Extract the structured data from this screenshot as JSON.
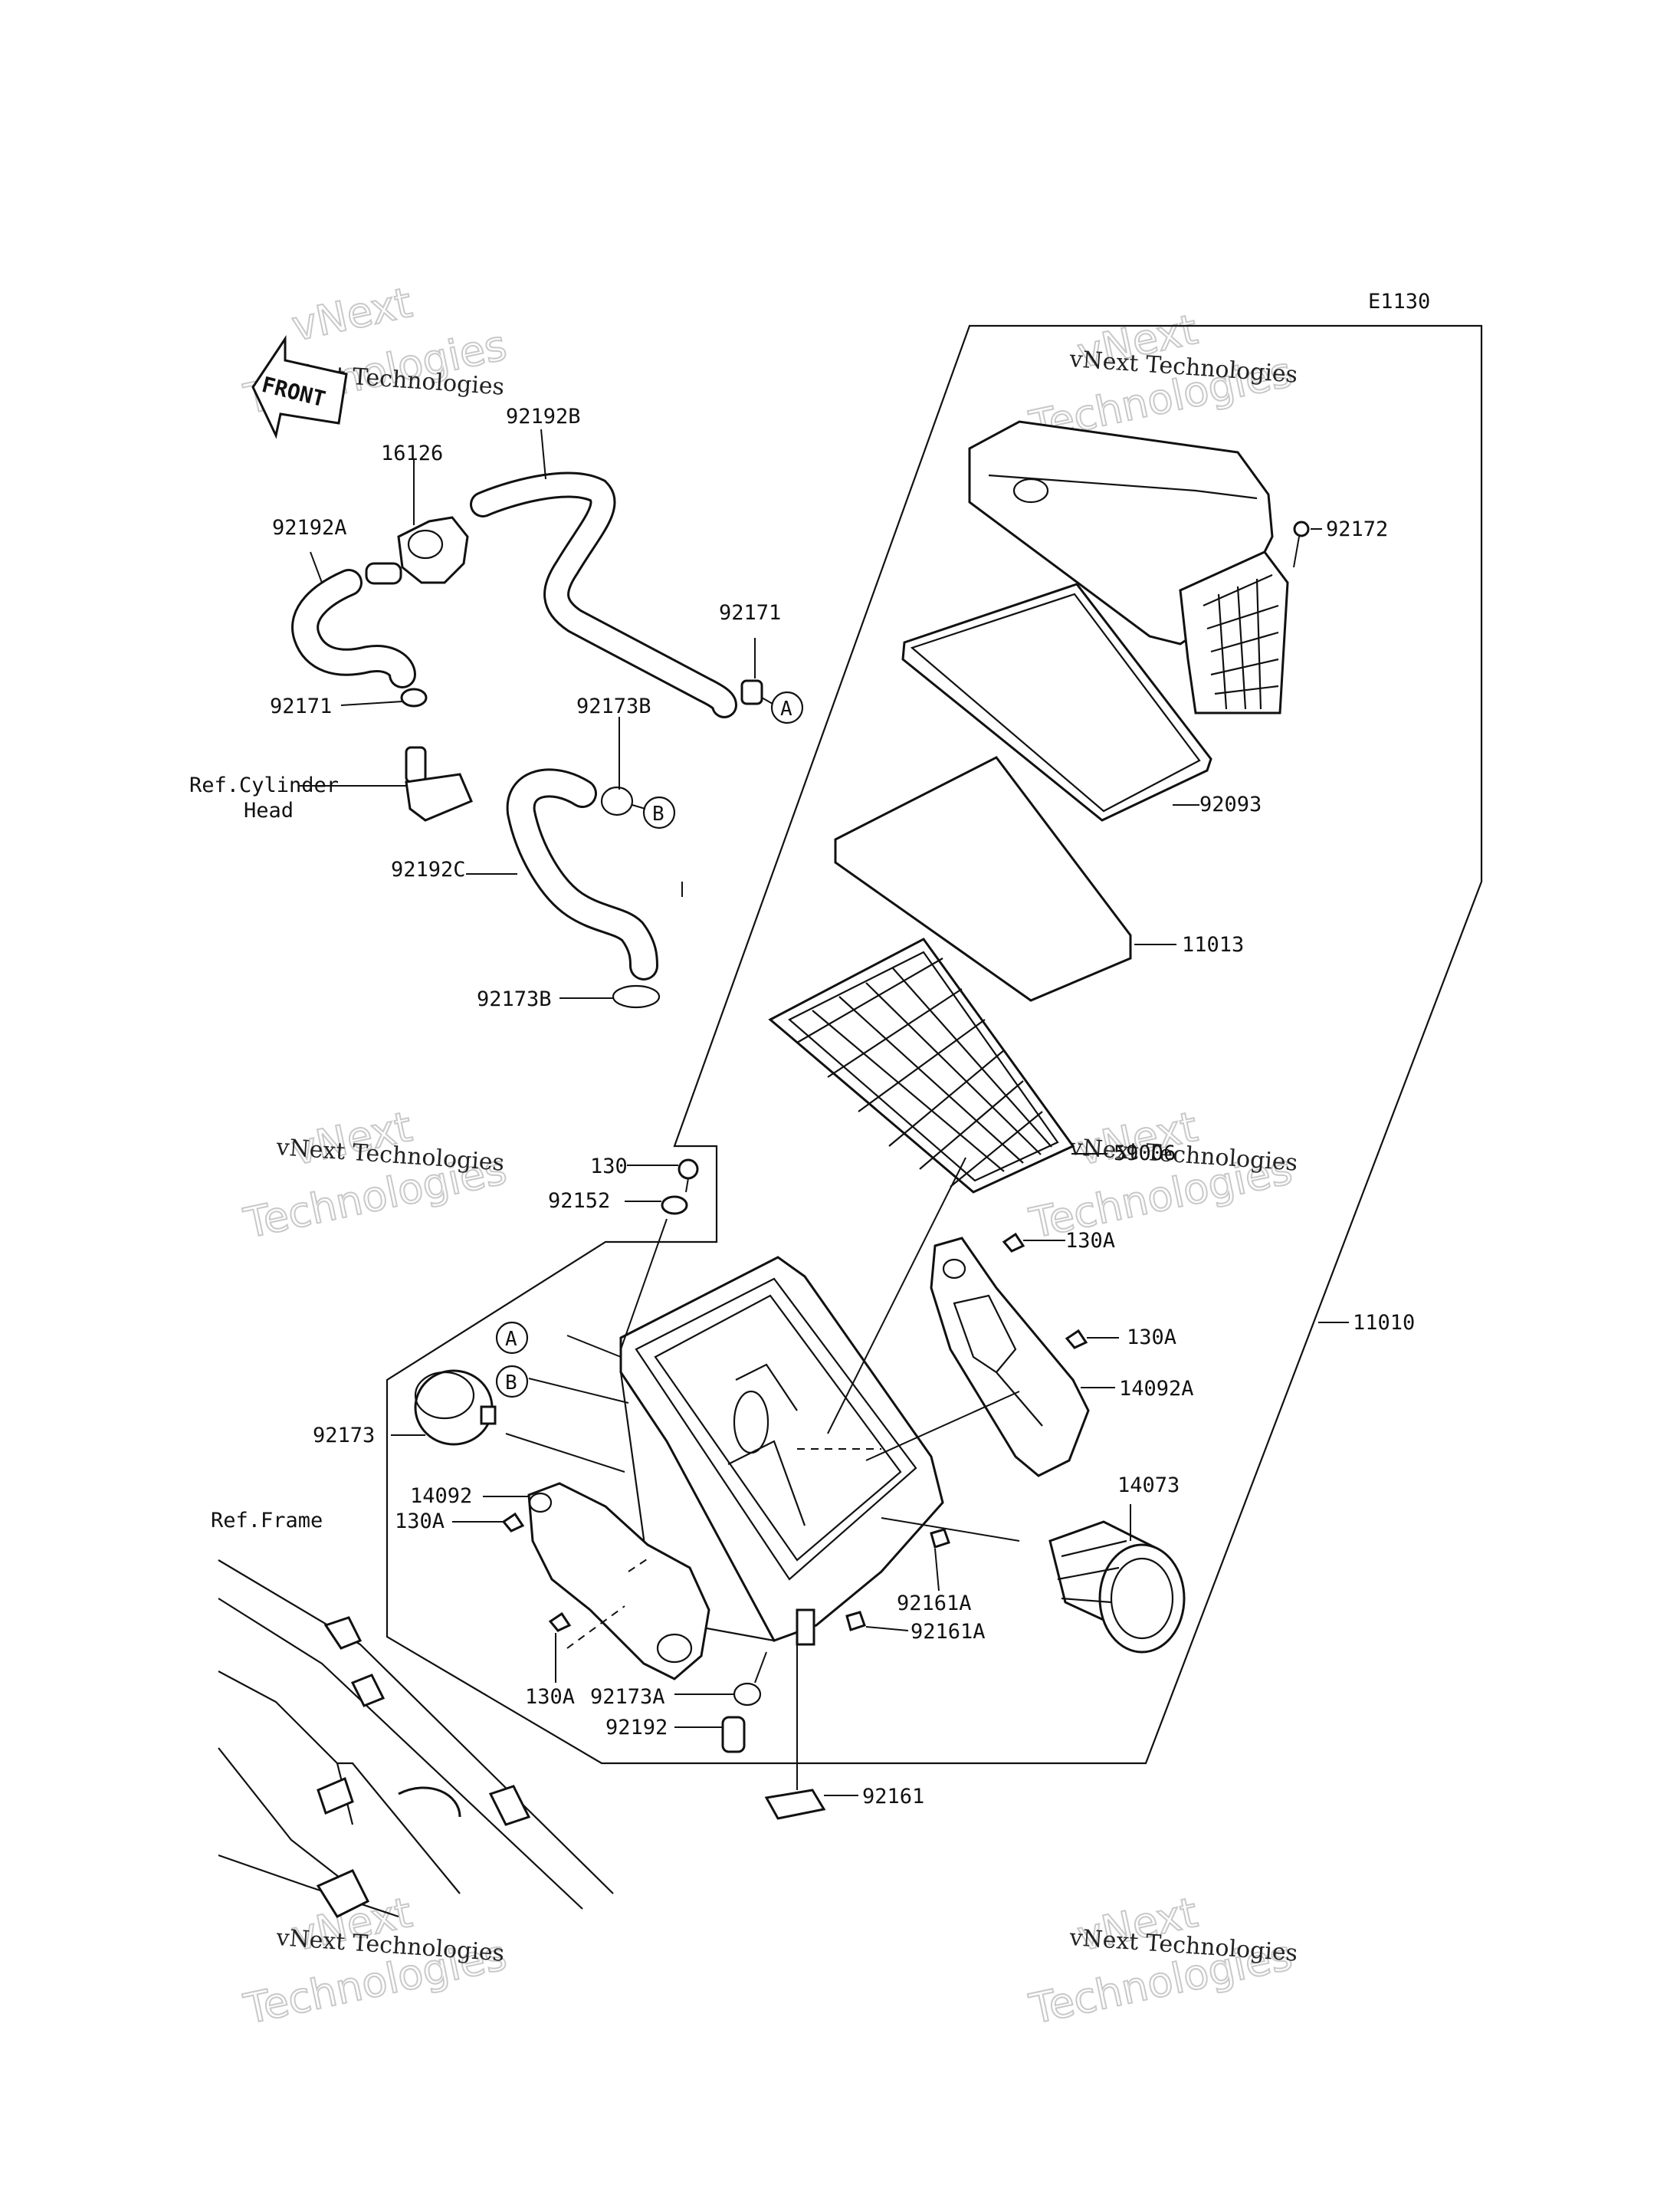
{
  "diagram_code": "E1130",
  "front_arrow": "FRONT",
  "refs": {
    "cylinder_head_line1": "Ref.Cylinder",
    "cylinder_head_line2": "Head",
    "frame": "Ref.Frame"
  },
  "callout_letters": [
    "A",
    "B",
    "A",
    "B"
  ],
  "watermark": {
    "line1": "vNext Technologies",
    "outline_top": "vNext",
    "outline_bottom": "Technologies"
  },
  "labels": [
    {
      "id": "p92192B",
      "text": "92192B"
    },
    {
      "id": "p16126",
      "text": "16126"
    },
    {
      "id": "p92192A",
      "text": "92192A"
    },
    {
      "id": "p92171a",
      "text": "92171"
    },
    {
      "id": "p92171b",
      "text": "92171"
    },
    {
      "id": "p92173Ba",
      "text": "92173B"
    },
    {
      "id": "p92192C",
      "text": "92192C"
    },
    {
      "id": "p92173Bb",
      "text": "92173B"
    },
    {
      "id": "p92172",
      "text": "92172"
    },
    {
      "id": "p92093",
      "text": "92093"
    },
    {
      "id": "p11013",
      "text": "11013"
    },
    {
      "id": "p59006",
      "text": "59006"
    },
    {
      "id": "p130",
      "text": "130"
    },
    {
      "id": "p92152",
      "text": "92152"
    },
    {
      "id": "p130Aa",
      "text": "130A"
    },
    {
      "id": "p130Ab",
      "text": "130A"
    },
    {
      "id": "p14092A",
      "text": "14092A"
    },
    {
      "id": "p11010",
      "text": "11010"
    },
    {
      "id": "p92173",
      "text": "92173"
    },
    {
      "id": "p14092",
      "text": "14092"
    },
    {
      "id": "p130Ac",
      "text": "130A"
    },
    {
      "id": "p14073",
      "text": "14073"
    },
    {
      "id": "p92161Aa",
      "text": "92161A"
    },
    {
      "id": "p92161Ab",
      "text": "92161A"
    },
    {
      "id": "p130Ad",
      "text": "130A"
    },
    {
      "id": "p92173A",
      "text": "92173A"
    },
    {
      "id": "p92192",
      "text": "92192"
    },
    {
      "id": "p92161",
      "text": "92161"
    }
  ]
}
